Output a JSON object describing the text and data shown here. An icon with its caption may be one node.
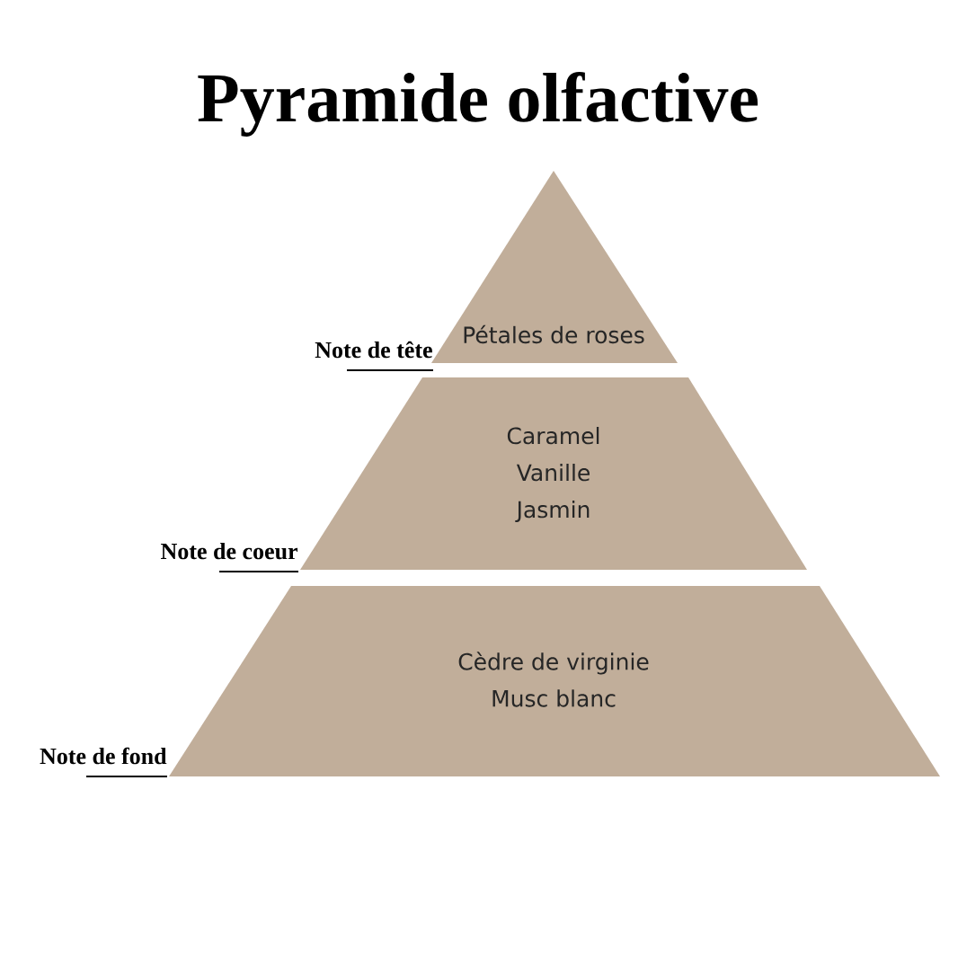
{
  "diagram": {
    "title": "Pyramide olfactive",
    "nodes": [
      {
        "text": [
          "Pétales de roses"
        ],
        "beside": [
          "Note de tête"
        ]
      },
      {
        "text": [
          "Caramel",
          "Vanille",
          "Jasmin"
        ],
        "beside": [
          "Note de coeur"
        ]
      },
      {
        "text": [
          "Cèdre de virginie",
          "Musc blanc"
        ],
        "beside": [
          "Note de fond"
        ]
      }
    ]
  }
}
